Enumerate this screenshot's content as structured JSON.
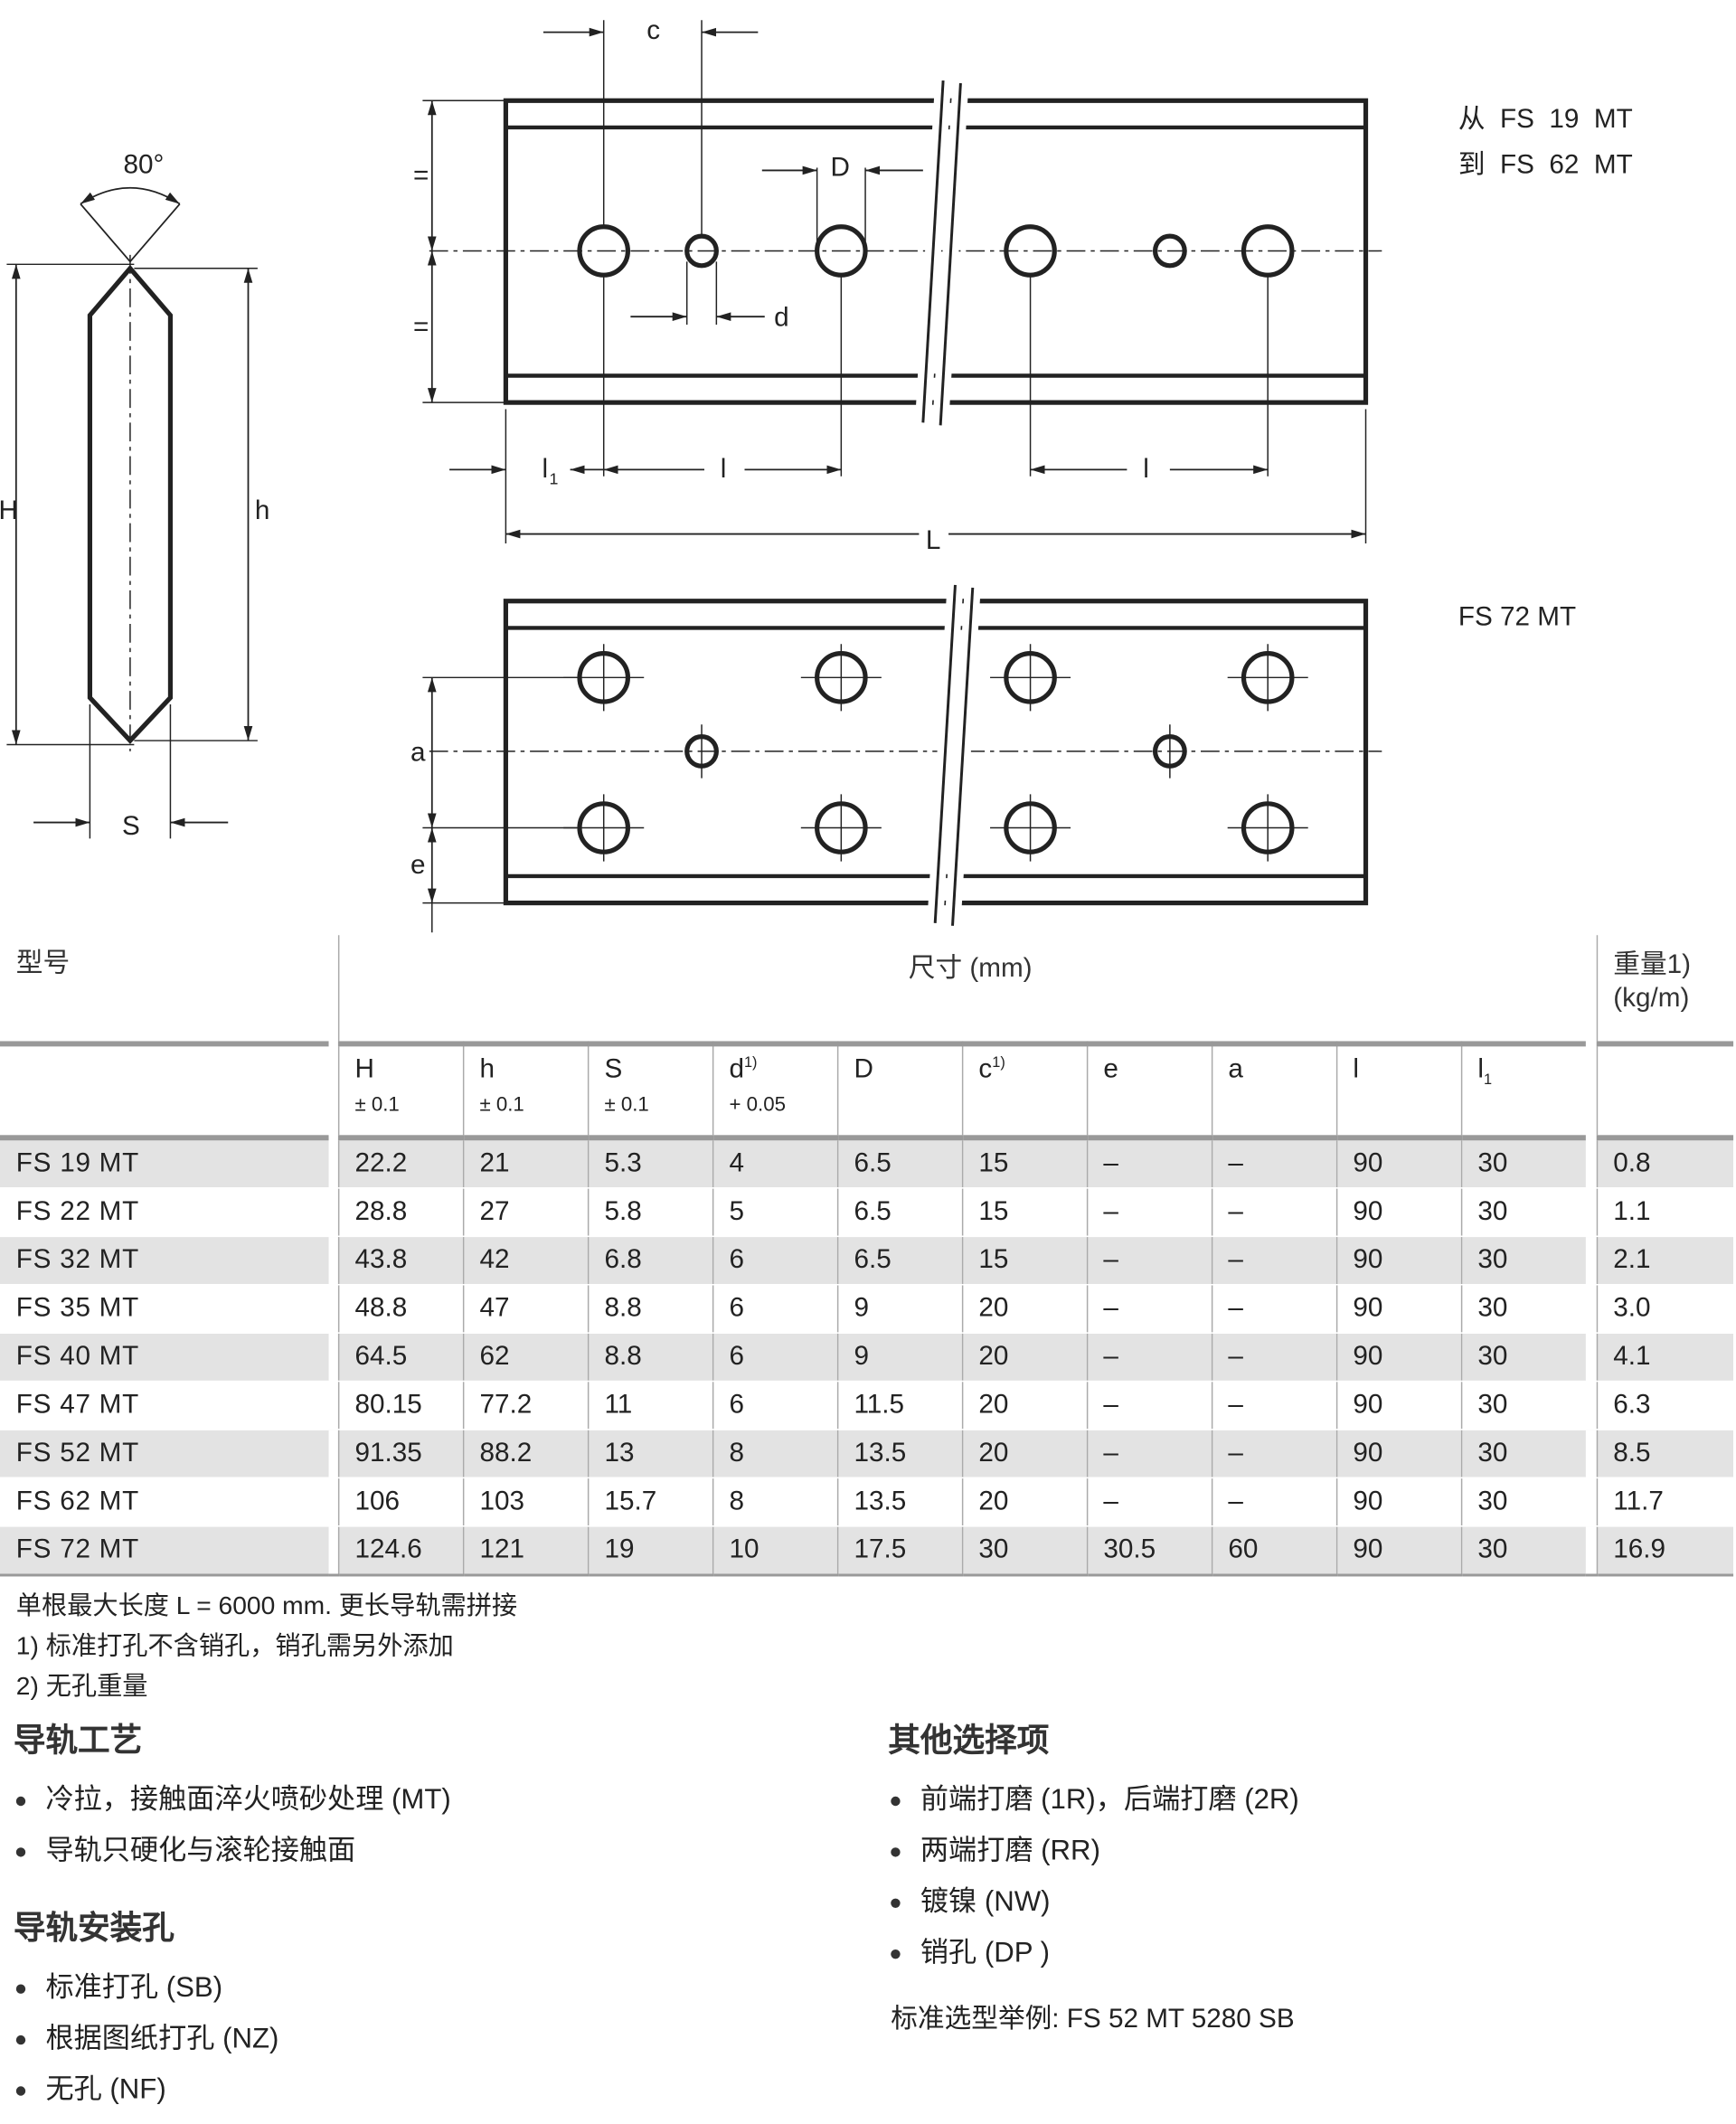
{
  "drawing": {
    "angle": "80°",
    "H": "H",
    "h": "h",
    "S": "S",
    "c": "c",
    "D": "D",
    "d": "d",
    "eq": "=",
    "l1": "l",
    "l1_sub": "1",
    "l": "l",
    "L": "L",
    "a": "a",
    "e": "e",
    "range_from": "从  FS  19  MT",
    "range_to": "到  FS  62  MT",
    "fs72": "FS 72 MT"
  },
  "table": {
    "col_type": "型号",
    "col_dims": "尺寸 (mm)",
    "col_weight": "重量1)",
    "col_weight_unit": "(kg/m)",
    "dims": [
      {
        "name": "H",
        "sup": "",
        "tol": "± 0.1"
      },
      {
        "name": "h",
        "sup": "",
        "tol": "± 0.1"
      },
      {
        "name": "S",
        "sup": "",
        "tol": "± 0.1"
      },
      {
        "name": "d",
        "sup": "1)",
        "tol": "+ 0.05"
      },
      {
        "name": "D",
        "sup": "",
        "tol": ""
      },
      {
        "name": "c",
        "sup": "1)",
        "tol": ""
      },
      {
        "name": "e",
        "sup": "",
        "tol": ""
      },
      {
        "name": "a",
        "sup": "",
        "tol": ""
      },
      {
        "name": "l",
        "sup": "",
        "tol": ""
      },
      {
        "name": "l",
        "sub": "1",
        "tol": ""
      }
    ],
    "rows": [
      [
        "FS 19 MT",
        "22.2",
        "21",
        "5.3",
        "4",
        "6.5",
        "15",
        "–",
        "–",
        "90",
        "30",
        "0.8"
      ],
      [
        "FS 22 MT",
        "28.8",
        "27",
        "5.8",
        "5",
        "6.5",
        "15",
        "–",
        "–",
        "90",
        "30",
        "1.1"
      ],
      [
        "FS 32 MT",
        "43.8",
        "42",
        "6.8",
        "6",
        "6.5",
        "15",
        "–",
        "–",
        "90",
        "30",
        "2.1"
      ],
      [
        "FS 35 MT",
        "48.8",
        "47",
        "8.8",
        "6",
        "9",
        "20",
        "–",
        "–",
        "90",
        "30",
        "3.0"
      ],
      [
        "FS 40 MT",
        "64.5",
        "62",
        "8.8",
        "6",
        "9",
        "20",
        "–",
        "–",
        "90",
        "30",
        "4.1"
      ],
      [
        "FS 47 MT",
        "80.15",
        "77.2",
        "11",
        "6",
        "11.5",
        "20",
        "–",
        "–",
        "90",
        "30",
        "6.3"
      ],
      [
        "FS 52 MT",
        "91.35",
        "88.2",
        "13",
        "8",
        "13.5",
        "20",
        "–",
        "–",
        "90",
        "30",
        "8.5"
      ],
      [
        "FS 62 MT",
        "106",
        "103",
        "15.7",
        "8",
        "13.5",
        "20",
        "–",
        "–",
        "90",
        "30",
        "11.7"
      ],
      [
        "FS 72 MT",
        "124.6",
        "121",
        "19",
        "10",
        "17.5",
        "30",
        "30.5",
        "60",
        "90",
        "30",
        "16.9"
      ]
    ]
  },
  "notes": [
    "单根最大长度 L = 6000 mm. 更长导轨需拼接",
    "1) 标准打孔不含销孔，销孔需另外添加",
    "2) 无孔重量"
  ],
  "process": {
    "title": "导轨工艺",
    "items": [
      "冷拉，接触面淬火喷砂处理 (MT)",
      "导轨只硬化与滚轮接触面"
    ]
  },
  "holes": {
    "title": "导轨安装孔",
    "items": [
      "标准打孔 (SB)",
      "根据图纸打孔 (NZ)",
      "无孔 (NF)"
    ]
  },
  "options": {
    "title": "其他选择项",
    "items": [
      "前端打磨 (1R)，后端打磨 (2R)",
      "两端打磨 (RR)",
      "镀镍 (NW)",
      "销孔 (DP )"
    ],
    "example": "标准选型举例: FS 52 MT 5280 SB"
  }
}
